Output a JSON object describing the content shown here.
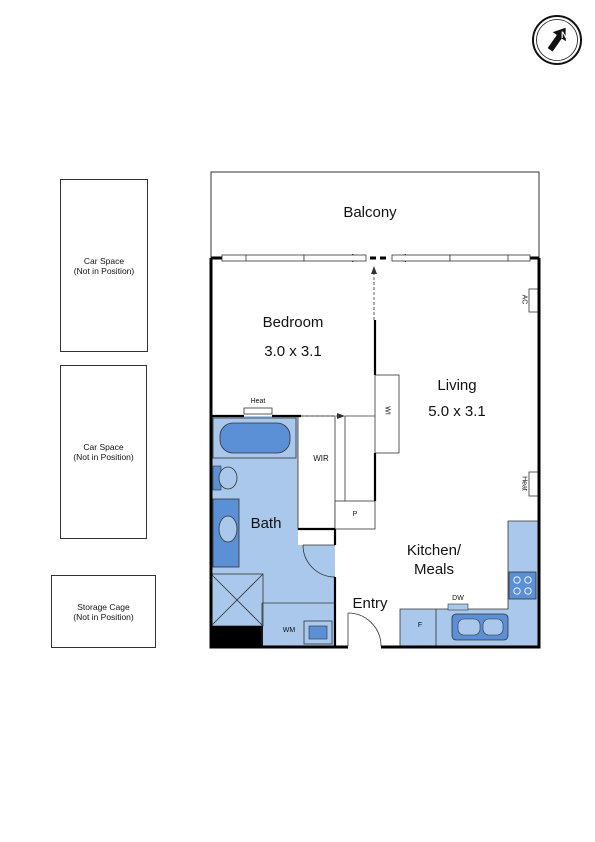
{
  "compass": {
    "icon": "north-arrow-icon",
    "letter": "N"
  },
  "side_boxes": {
    "car_space_1": {
      "line1": "Car Space",
      "line2": "(Not in Position)"
    },
    "car_space_2": {
      "line1": "Car Space",
      "line2": "(Not in Position)"
    },
    "storage_cage": {
      "line1": "Storage Cage",
      "line2": "(Not in Position)"
    }
  },
  "rooms": {
    "balcony": "Balcony",
    "bedroom": {
      "name": "Bedroom",
      "size": "3.0 x 3.1"
    },
    "living": {
      "name": "Living",
      "size": "5.0 x 3.1"
    },
    "bath": "Bath",
    "kitchen": {
      "line1": "Kitchen/",
      "line2": "Meals"
    },
    "entry": "Entry",
    "wir": "WIR"
  },
  "fixtures": {
    "heat_bedroom": "Heat",
    "heat_living": "Heat",
    "ac": "AC",
    "wi": "WI",
    "pantry": "P",
    "dishwasher": "DW",
    "fridge": "F",
    "washing_machine": "WM"
  },
  "colors": {
    "wet_area": "#a9c8ec",
    "fixture_fill": "#5b8fd6",
    "wall": "#000000",
    "linework": "#333333"
  }
}
